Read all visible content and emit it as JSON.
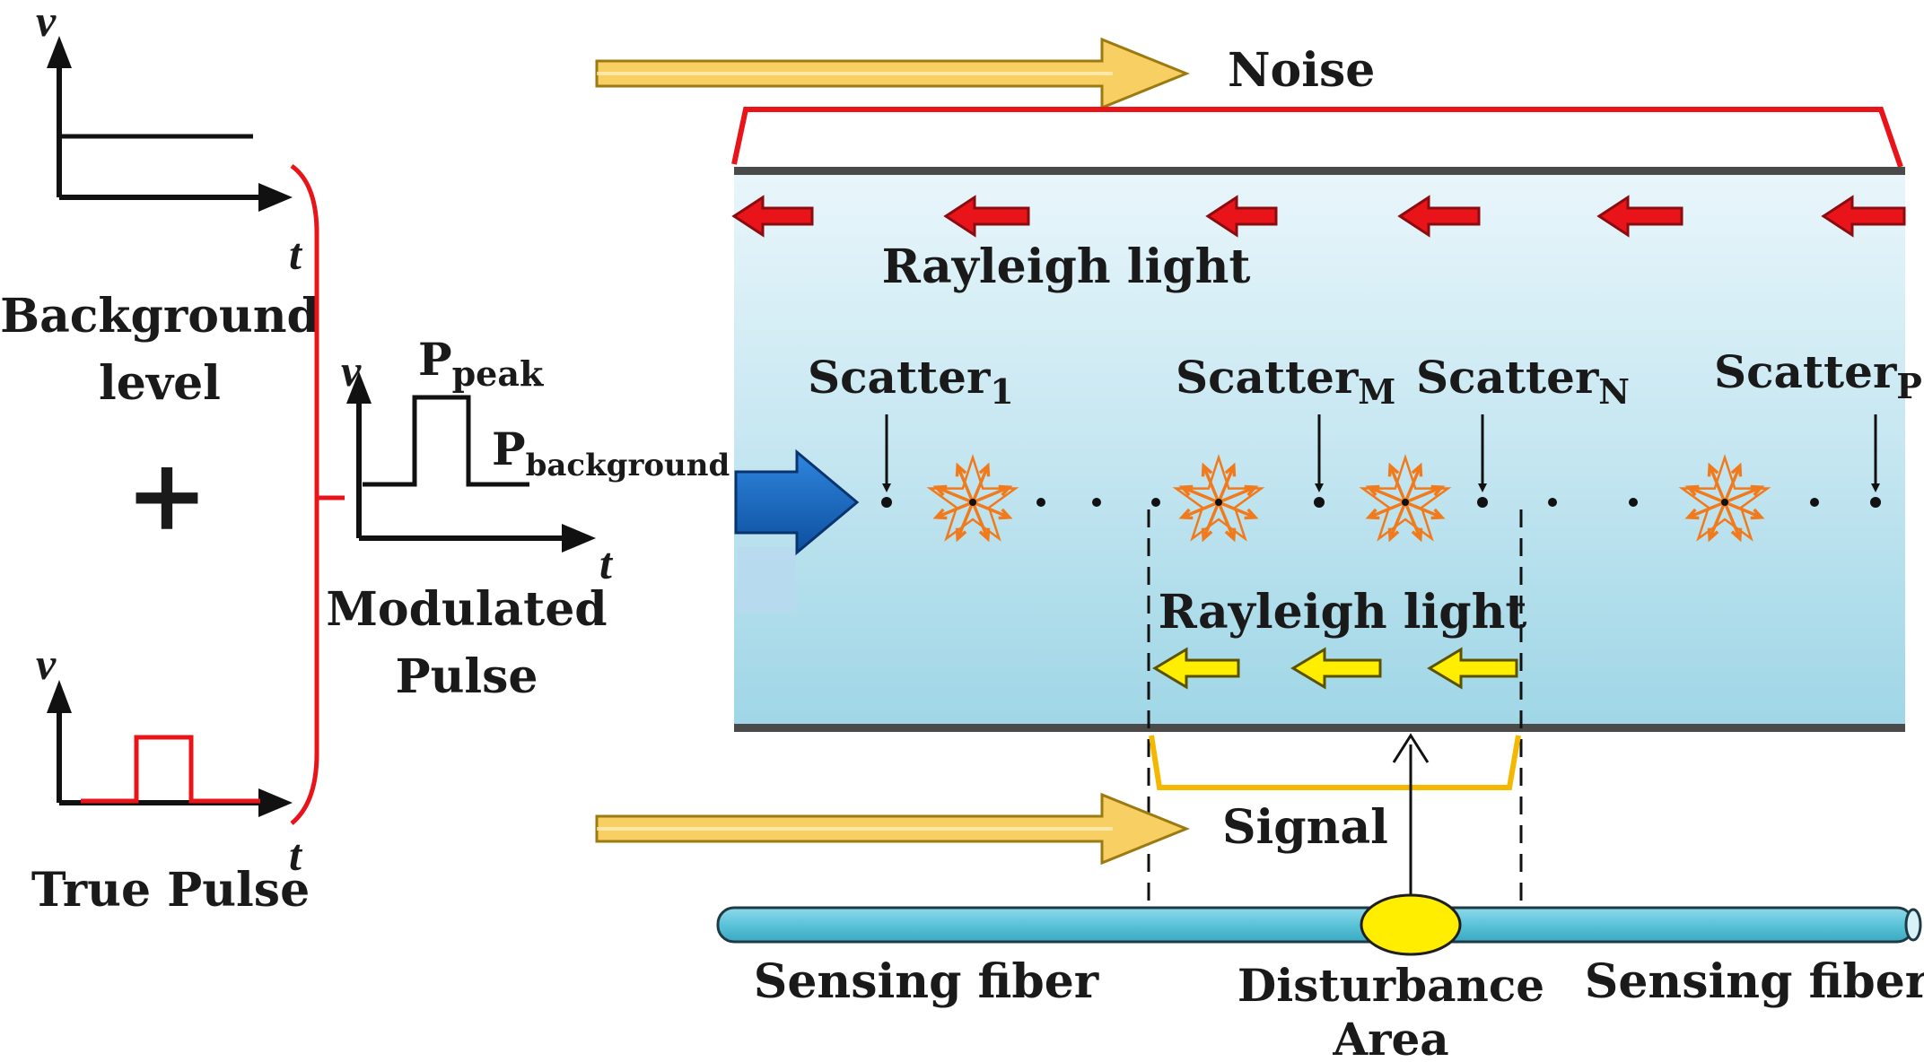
{
  "left_panel": {
    "background_axis_y": "v",
    "background_axis_x": "t",
    "background_label_line1": "Background",
    "background_label_line2": "level",
    "plus_sign": "+",
    "true_pulse_axis_y": "v",
    "true_pulse_axis_x": "t",
    "true_pulse_label": "True Pulse",
    "modulated_axis_y": "v",
    "modulated_axis_x": "t",
    "p_peak_main": "P",
    "p_peak_sub": "peak",
    "p_background_main": "P",
    "p_background_sub": "background",
    "modulated_label_line1": "Modulated",
    "modulated_label_line2": "Pulse"
  },
  "right_panel": {
    "noise_label": "Noise",
    "signal_label": "Signal",
    "rayleigh_top": "Rayleigh light",
    "rayleigh_bottom": "Rayleigh light",
    "scatter_1_main": "Scatter",
    "scatter_1_sub": "1",
    "scatter_m_main": "Scatter",
    "scatter_m_sub": "M",
    "scatter_n_main": "Scatter",
    "scatter_n_sub": "N",
    "scatter_p_main": "Scatter",
    "scatter_p_sub": "P",
    "sensing_fiber_left": "Sensing fiber",
    "sensing_fiber_right": "Sensing fiber",
    "disturbance_line1": "Disturbance",
    "disturbance_line2": "Area"
  },
  "colors": {
    "red_arrow": "#e8141a",
    "yellow_arrow": "#ffee00",
    "orange_scatter": "#f07a1c",
    "blue_pulse": "#1565c0",
    "fiber": "#5bc3d9",
    "disturbance": "#ffee00",
    "bracket_red": "#e8141a",
    "bracket_orange": "#f5b800",
    "big_arrow": "#f7cf62"
  }
}
